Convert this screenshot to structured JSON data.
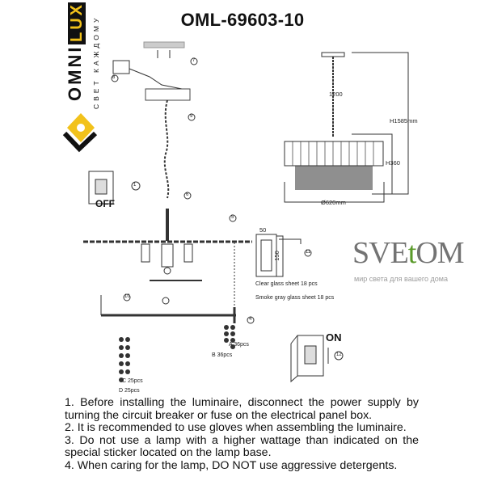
{
  "title": "OML-69603-10",
  "logo": {
    "brand_left": "OMNI",
    "brand_right": "LUX",
    "tagline": "СВЕТ КАЖДОМУ",
    "accent": "#f2c21b"
  },
  "dimensions": {
    "chain": "1200",
    "total_height": "H1585mm",
    "body_height": "H360",
    "diameter": "Ø620mm",
    "sheet_width": "50",
    "sheet_height": "150"
  },
  "switch": {
    "off": "OFF",
    "on": "ON"
  },
  "steps": [
    "1",
    "7",
    "8",
    "9",
    "6",
    "5",
    "10",
    "11",
    "4",
    "12"
  ],
  "glass": {
    "clear": "Clear glass sheet 18 pcs",
    "smoke": "Smoke gray glass sheet 18 pcs"
  },
  "drops": {
    "a": "A 36pcs",
    "b": "B 36pcs",
    "c": "C 25pcs",
    "d": "D 25pcs"
  },
  "instructions": [
    "1. Before installing the luminaire, disconnect the power supply by turning the circuit breaker or fuse on the electrical panel box.",
    "2. It is recommended to use gloves when assembling the luminaire.",
    "3. Do not use a lamp with a higher wattage than indicated on the special sticker located on the lamp base.",
    "4. When caring for the lamp, DO NOT use aggressive detergents."
  ],
  "watermark": {
    "text_a": "SVE",
    "text_t": "t",
    "text_b": "OM",
    "sub": "мир света для вашего дома"
  }
}
